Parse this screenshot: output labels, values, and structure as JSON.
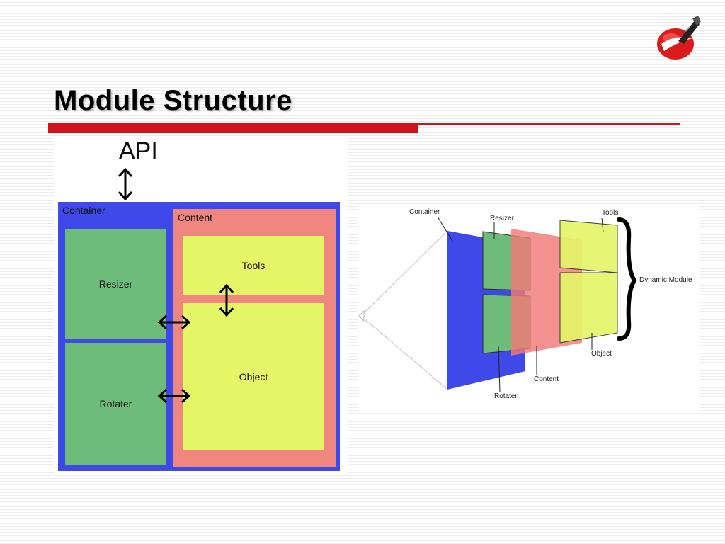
{
  "slide": {
    "title": "Module Structure",
    "logo_icon": "red-globe-brush-logo-icon"
  },
  "left_diagram": {
    "api_label": "API",
    "container_label": "Container",
    "content_label": "Content",
    "resizer_label": "Resizer",
    "rotater_label": "Rotater",
    "tools_label": "Tools",
    "object_label": "Object",
    "arrow_icons": [
      "vertical-double-arrow-icon",
      "horizontal-double-arrow-icon"
    ]
  },
  "right_diagram": {
    "container_label": "Container",
    "resizer_label": "Resizer",
    "tools_label": "Tools",
    "dynamic_module_label": "Dynamic Module",
    "object_label": "Object",
    "content_label": "Content",
    "rotater_label": "Rotater"
  },
  "colors": {
    "accent_red": "#d0121b",
    "container_blue": "#3f48e8",
    "content_salmon": "#f08680",
    "green": "#6ebc7a",
    "yellow": "#e4f566"
  }
}
